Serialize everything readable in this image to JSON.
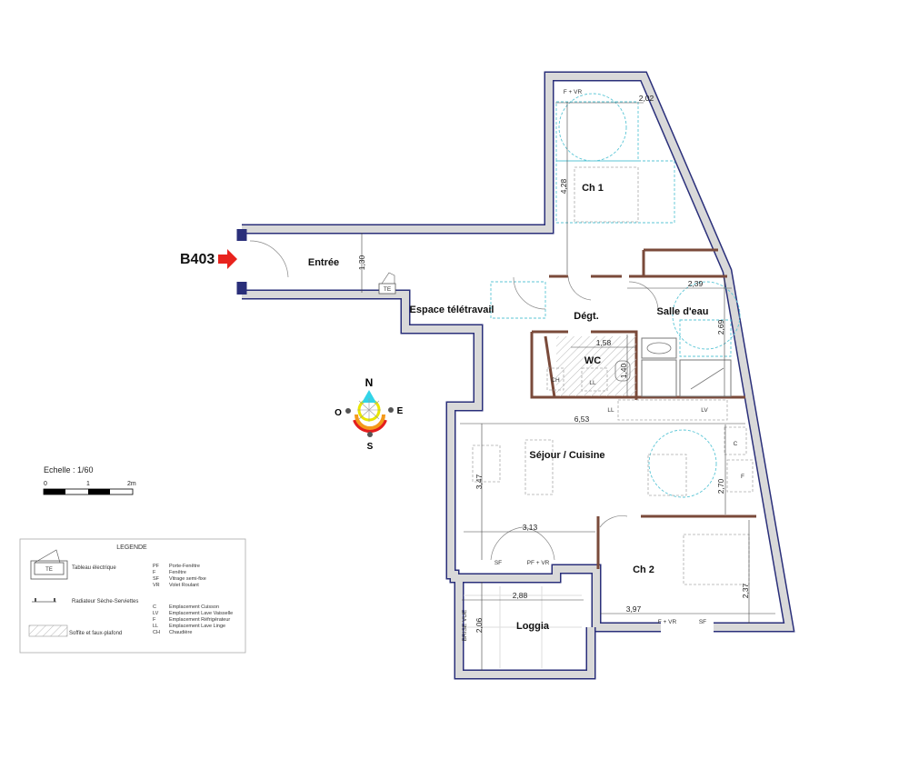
{
  "lot": {
    "id": "B403",
    "entry_arrow_color": "#e8231d"
  },
  "rooms": {
    "entree": "Entrée",
    "teletravail": "Espace télétravail",
    "ch1": "Ch 1",
    "degt": "Dégt.",
    "salle_eau": "Salle d'eau",
    "wc": "WC",
    "sejour": "Séjour / Cuisine",
    "ch2": "Ch 2",
    "loggia": "Loggia"
  },
  "dimensions": {
    "entree_h": "1,30",
    "ch1_w": "2,02",
    "ch1_h": "4,28",
    "sde_w": "2,39",
    "sde_h": "2,69",
    "wc_w": "1,58",
    "wc_h": "1,40",
    "sejour_w": "6,53",
    "sejour_h": "3,47",
    "kitchen_h": "2,70",
    "sejour_w2": "3,13",
    "loggia_w": "2,88",
    "loggia_h": "2,06",
    "ch2_w": "3,97",
    "ch2_h": "2,37"
  },
  "openings": {
    "ch1_window": "F + VR",
    "sejour_sf": "SF",
    "sejour_pf": "PF + VR",
    "ch2_window": "F + VR",
    "ch2_sf": "SF",
    "brise_vue": "BRISE VUE"
  },
  "equipment": {
    "te": "TE",
    "ch": "CH",
    "ll_wc": "LL",
    "ll": "LL",
    "lv": "LV",
    "c": "C",
    "f": "F"
  },
  "compass": {
    "n": "N",
    "o": "O",
    "e": "E",
    "s": "S"
  },
  "scale": {
    "label": "Echelle : 1/60",
    "ticks": [
      "0",
      "1",
      "2m"
    ]
  },
  "legend": {
    "title": "LEGENDE",
    "te_box": "TE",
    "symbols": [
      "Tableau électrique",
      "Radiateur Sèche-Serviettes",
      "Soffite et faux-plafond"
    ],
    "abbrev_openings": [
      {
        "code": "PF",
        "label": "Porte-Fenêtre"
      },
      {
        "code": "F",
        "label": "Fenêtre"
      },
      {
        "code": "SF",
        "label": "Vitrage semi-fixe"
      },
      {
        "code": "VR",
        "label": "Volet Roulant"
      }
    ],
    "abbrev_equipment": [
      {
        "code": "C",
        "label": "Emplacement Cuisson"
      },
      {
        "code": "LV",
        "label": "Emplacement Lave Vaisselle"
      },
      {
        "code": "F",
        "label": "Emplacement Réfrigérateur"
      },
      {
        "code": "LL",
        "label": "Emplacement Lave Linge"
      },
      {
        "code": "CH",
        "label": "Chaudière"
      }
    ]
  }
}
